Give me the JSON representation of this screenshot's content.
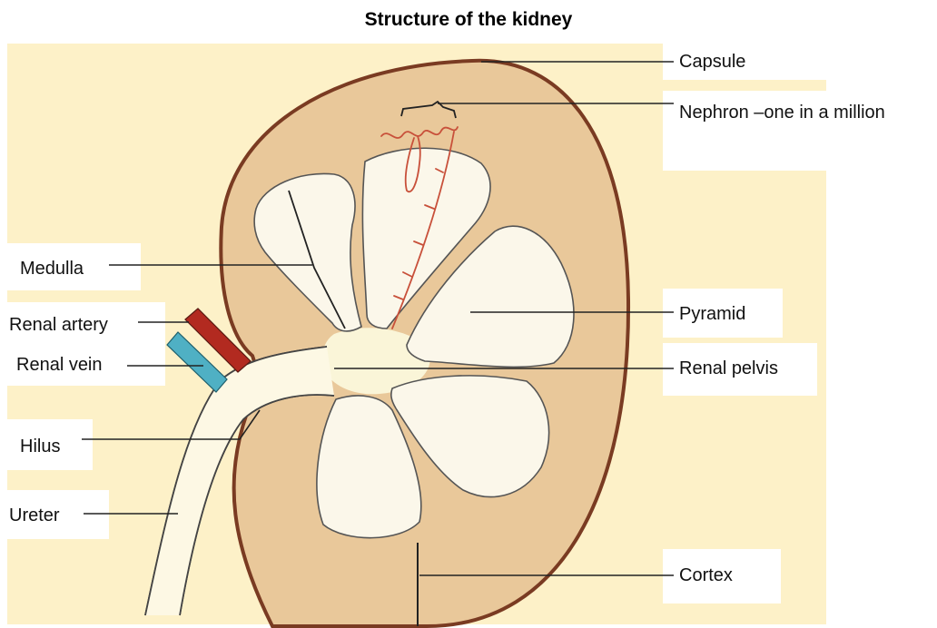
{
  "title": "Structure of the kidney",
  "labels": {
    "capsule": "Capsule",
    "nephron": "Nephron –one in a million",
    "medulla": "Medulla",
    "renal_artery": "Renal artery",
    "renal_vein": "Renal vein",
    "pyramid": "Pyramid",
    "renal_pelvis": "Renal pelvis",
    "hilus": "Hilus",
    "ureter": "Ureter",
    "cortex": "Cortex"
  },
  "colors": {
    "background": "#fdf1c8",
    "cortex": "#e9c89a",
    "capsule": "#7a3b22",
    "medulla": "#fbf7ea",
    "artery": "#b22a20",
    "vein": "#4fb0c4",
    "nephron": "#c8503a"
  }
}
